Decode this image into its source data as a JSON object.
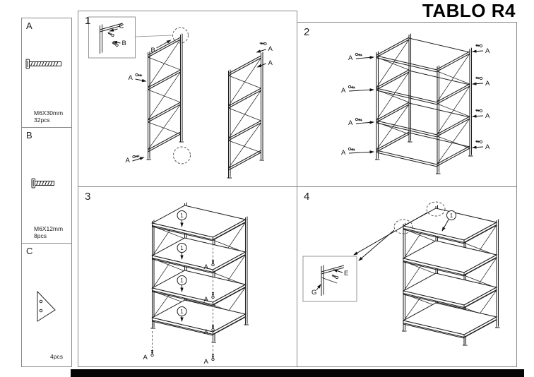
{
  "title": "TABLO R4",
  "parts": [
    {
      "label": "A",
      "spec": "M6X30mm",
      "qty": "32pcs"
    },
    {
      "label": "B",
      "spec": "M6X12mm",
      "qty": "8pcs"
    },
    {
      "label": "C",
      "qty": "4pcs"
    }
  ],
  "steps": [
    {
      "number": "1"
    },
    {
      "number": "2"
    },
    {
      "number": "3"
    },
    {
      "number": "4"
    }
  ],
  "callouts": {
    "a": "A",
    "b": "B",
    "c": "C",
    "e": "E",
    "g": "G",
    "one": "1"
  }
}
